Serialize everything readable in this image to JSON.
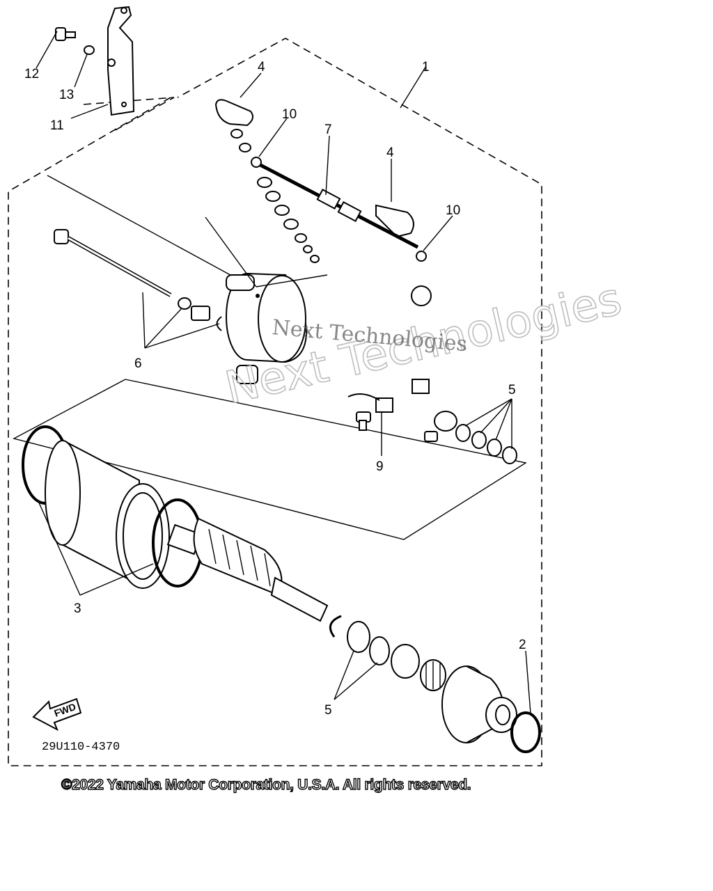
{
  "diagram": {
    "callouts": [
      "1",
      "2",
      "3",
      "4",
      "4",
      "5",
      "5",
      "6",
      "7",
      "9",
      "10",
      "10",
      "11",
      "12",
      "13"
    ],
    "fwd_label": "FWD",
    "part_code": "29U110-4370",
    "watermark_main": "Next Technologies",
    "watermark_secondary": "Next Technologies"
  },
  "copyright": "©2022 Yamaha Motor Corporation, U.S.A. All rights reserved."
}
